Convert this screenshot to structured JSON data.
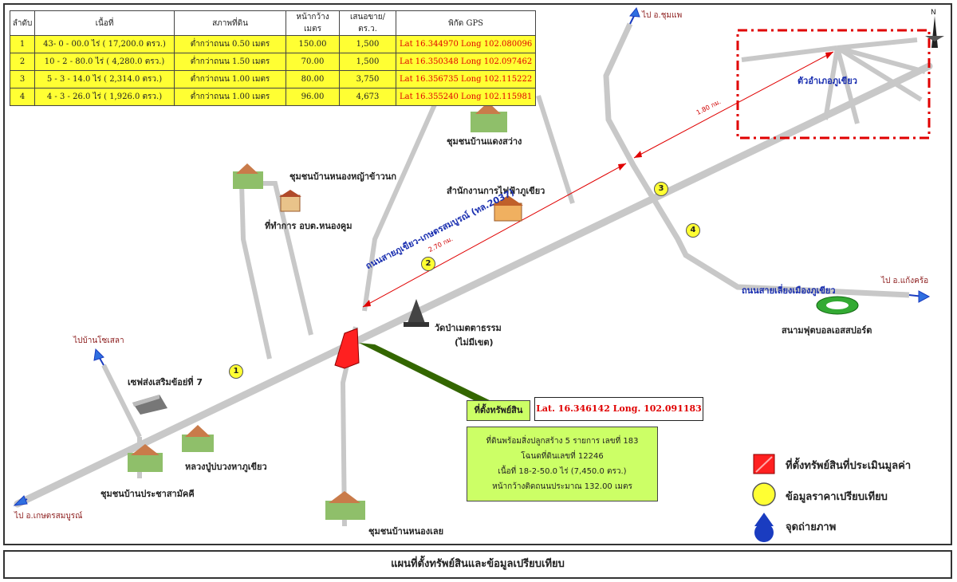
{
  "table": {
    "headers": [
      "ลำดับ",
      "เนื้อที่",
      "สภาพที่ดิน",
      "หน้ากว้างเมตร",
      "เสนอขาย/ตร.ว.",
      "พิกัด GPS"
    ],
    "rows": [
      {
        "no": "1",
        "area": "43- 0 - 00.0 ไร่   (    17,200.0    ตรว.)",
        "condition": "ต่ำกว่าถนน 0.50 เมตร",
        "frontage": "150.00",
        "price": "1,500",
        "gps": "Lat 16.344970 Long 102.080096"
      },
      {
        "no": "2",
        "area": "10 - 2 - 80.0 ไร่   (     4,280.0     ตรว.)",
        "condition": "ต่ำกว่าถนน 1.50 เมตร",
        "frontage": "70.00",
        "price": "1,500",
        "gps": "Lat 16.350348  Long 102.097462"
      },
      {
        "no": "3",
        "area": "5 - 3 - 14.0 ไร่   (     2,314.0     ตรว.)",
        "condition": "ต่ำกว่าถนน 1.00 เมตร",
        "frontage": "80.00",
        "price": "3,750",
        "gps": "Lat 16.356735 Long 102.115222"
      },
      {
        "no": "4",
        "area": "4 - 3 - 26.0 ไร่   (     1,926.0     ตรว.)",
        "condition": "ต่ำกว่าถนน 1.00 เมตร",
        "frontage": "96.00",
        "price": "4,673",
        "gps": "Lat 16.355240 Long 102.115981"
      }
    ]
  },
  "labels": {
    "district_center": "ตัวอำเภอภูเขียว",
    "dist_1": "1.80 กม.",
    "dist_2": "2.70 กม.",
    "community_saengsawang": "ชุมชนบ้านแดงสว่าง",
    "electricity_office": "สำนักงานการไฟฟ้าภูเขียว",
    "community_nongphu": "ชุมชนบ้านหนองหญ้าข้าวนก",
    "sao_office": "ที่ทำการ อบต.หนองคูม",
    "main_road": "ถนนสายภูเขียว-เกษตรสมบูรณ์ (ทล.2037)",
    "temple": "วัดป่าเมตตาธรรม",
    "temple_sub": "(ไม่มีเขต)",
    "bypass_road": "ถนนสายเลี่ยงเมืองภูเขียว",
    "stadium": "สนามฟุตบอลเอสสปอร์ต",
    "smart_shop": "เซฟส่งเสริมข้อย่ที่ 7",
    "phra_shrine": "หลวงปู่บ่บวงหาภูเขียว",
    "community_prachasamakki": "ชุมชนบ้านประชาสามัคคี",
    "community_nongloei": "ชุมชนบ้านหนองเลย",
    "property_location": "ที่ตั้งทรัพย์สิน",
    "property_gps": "Lat. 16.346142 Long. 102.091183",
    "property_details": [
      "ที่ดินพร้อมสิ่งปลูกสร้าง 5 รายการ เลขที่ 183",
      "โฉนดที่ดินเลขที่ 12246",
      "เนื้อที่ 18-2-50.0 ไร่ (7,450.0 ตรว.)",
      "หน้ากว้างติดถนนประมาณ 132.00 เมตร"
    ]
  },
  "directions": {
    "to_chumphae": "ไป อ.ชุมแพ",
    "to_kaengkhro": "ไป อ.แก้งคร้อ",
    "to_khonsan": "ไปบ้านโซเสลา",
    "to_kaset": "ไป อ.เกษตรสมบูรณ์"
  },
  "comparables": [
    "1",
    "2",
    "3",
    "4"
  ],
  "legend": {
    "property": "ที่ตั้งทรัพย์สินที่ประเมินมูลค่า",
    "comparison": "ข้อมูลราคาเปรียบเทียบ",
    "photo": "จุดถ่ายภาพ"
  },
  "caption": "แผนที่ตั้งทรัพย์สินและข้อมูลเปรียบเทียบ",
  "colors": {
    "road": "#c8c8c8",
    "highlight": "#ffff33",
    "property": "#ff2020",
    "info_box": "#ccff66",
    "gps_text": "#e00000"
  }
}
